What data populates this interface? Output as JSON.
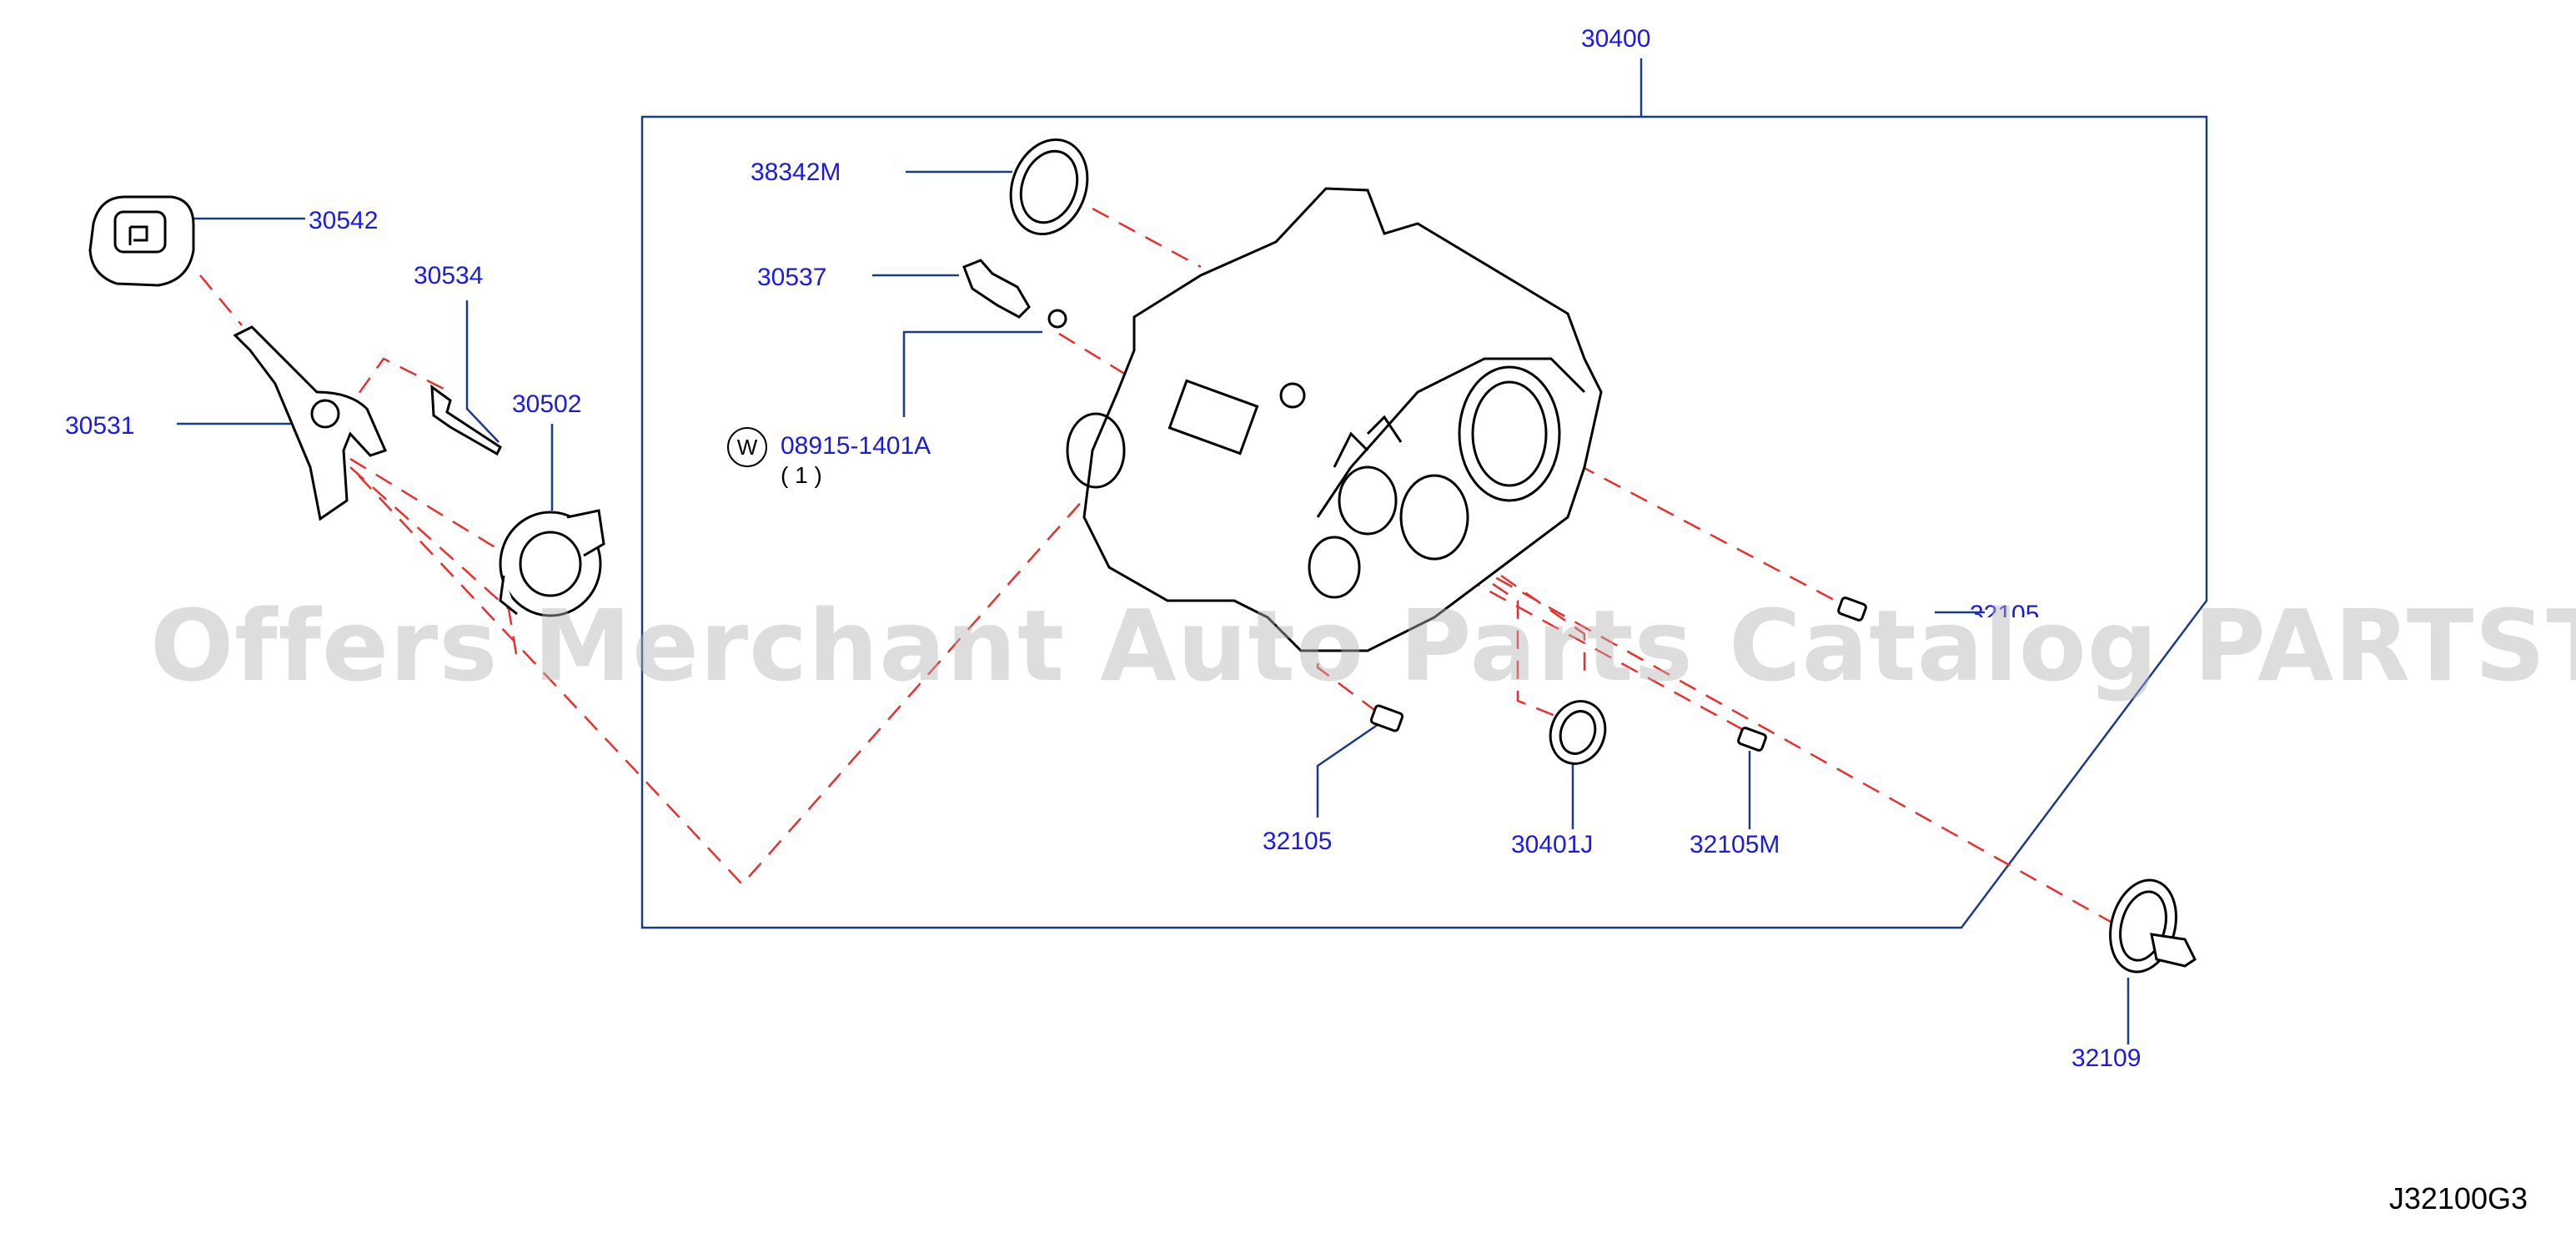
{
  "parts": {
    "p30400": "30400",
    "p38342M": "38342M",
    "p30537": "30537",
    "p08915": "08915-1401A",
    "p08915_qty": "( 1 )",
    "washer_mark": "W",
    "p30542": "30542",
    "p30534": "30534",
    "p30531": "30531",
    "p30502": "30502",
    "p32105": "32105",
    "p30401J": "30401J",
    "p32105M": "32105M",
    "p32109": "32109",
    "p_hidden": "32105"
  },
  "watermark": "Offers Merchant Auto Parts Catalog PARTSTORE.SA",
  "figure_code": "J32100G3",
  "colors": {
    "label": "#1a1ae6",
    "leader": "#1a3a8c",
    "dash": "#e83030",
    "line": "#000000"
  }
}
